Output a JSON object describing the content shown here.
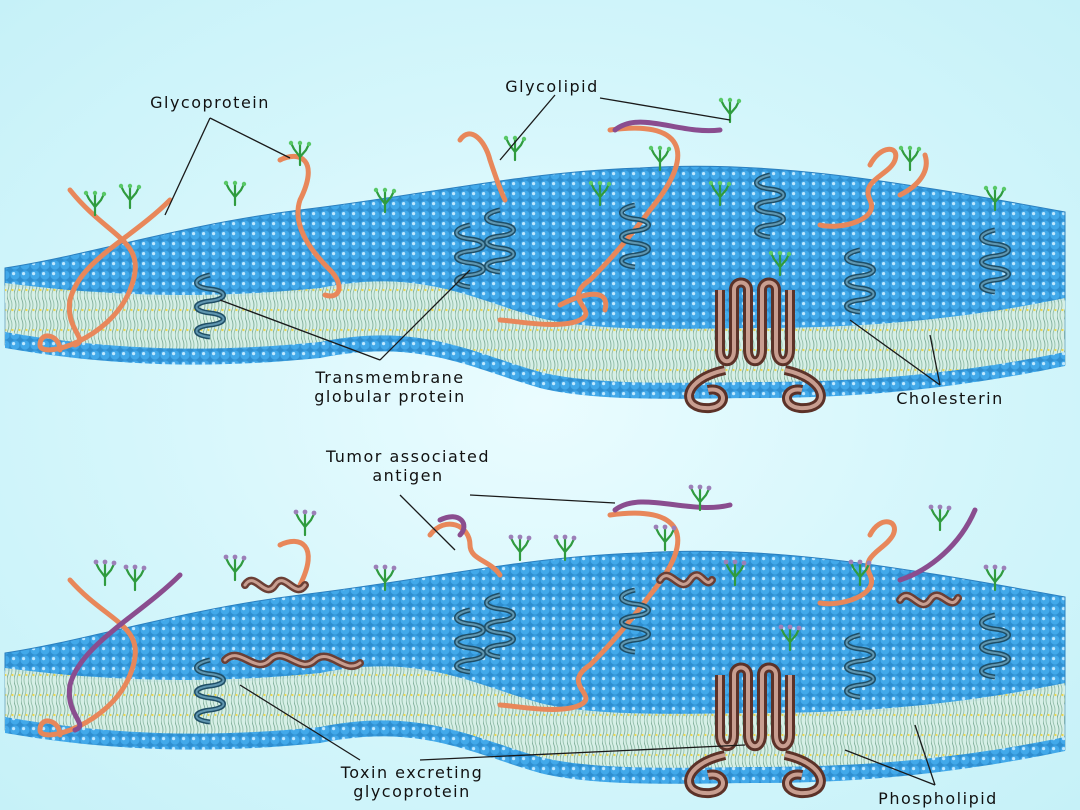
{
  "top_panel": {
    "labels": {
      "glycoprotein": "Glycoprotein",
      "glycolipid": "Glycolipid",
      "transmembrane_line1": "Transmembrane",
      "transmembrane_line2": "globular protein",
      "cholesterin": "Cholesterin"
    }
  },
  "bottom_panel": {
    "labels": {
      "tumor_line1": "Tumor associated",
      "tumor_line2": "antigen",
      "toxin_line1": "Toxin excreting",
      "toxin_line2": "glycoprotein",
      "phospholipid": "Phospholipid"
    }
  },
  "colors": {
    "background": "#d4f6fb",
    "phospholipid_head": "#3aa7e6",
    "lipid_tail": "#8fb8a8",
    "cholesterol": "#f2d84a",
    "glycoprotein_strand": "#e8875a",
    "glycolipid_sugar": "#38b04a",
    "antigen_strand": "#8a4d8f",
    "antigen_sugar": "#9c7fb8",
    "transmembrane_protein": "#2e5f7a",
    "toxin_protein": "#a97a6e"
  }
}
